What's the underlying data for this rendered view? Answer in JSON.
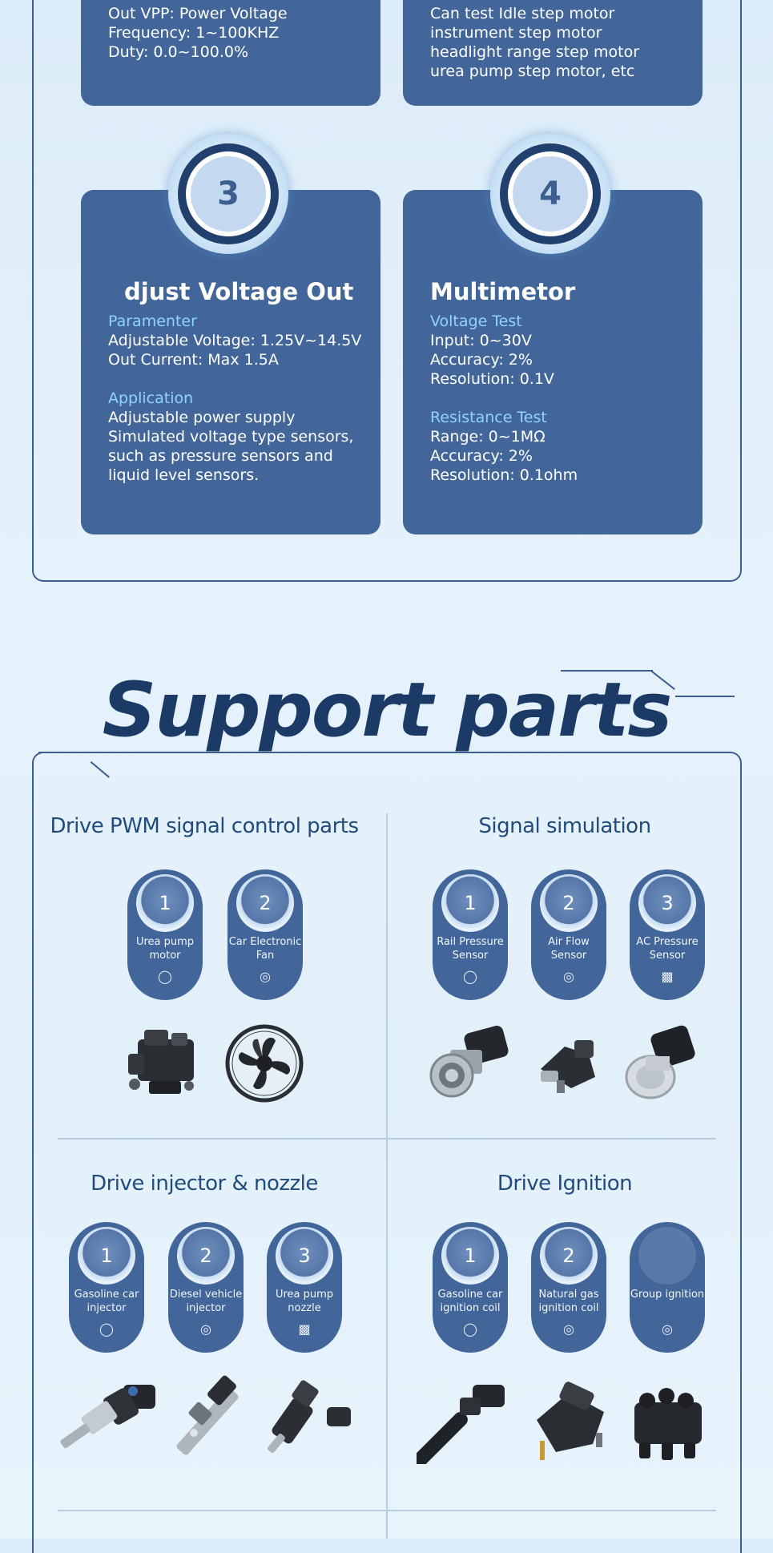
{
  "top_cards": {
    "left_upper": {
      "lines": [
        "Out VPP:  Power Voltage",
        "Frequency: 1~100KHZ",
        "Duty: 0.0~100.0%"
      ]
    },
    "right_upper": {
      "lines": [
        "Can test Idle step motor",
        "instrument step motor",
        "headlight range step motor",
        "urea pump step motor, etc"
      ]
    },
    "card3": {
      "number": "3",
      "title": "djust Voltage Out",
      "param_label": "Paramenter",
      "params": [
        "Adjustable Voltage:  1.25V~14.5V",
        "Out Current: Max 1.5A"
      ],
      "app_label": "Application",
      "apps": [
        "Adjustable power supply",
        "Simulated voltage type sensors,",
        "such as pressure sensors and",
        "liquid level sensors."
      ]
    },
    "card4": {
      "number": "4",
      "title": "Multimetor",
      "voltage_label": "Voltage Test",
      "voltage_lines": [
        "Input: 0~30V",
        "Accuracy: 2%",
        "Resolution: 0.1V"
      ],
      "resistance_label": "Resistance Test",
      "resistance_lines": [
        "Range: 0~1MΩ",
        "Accuracy: 2%",
        "Resolution: 0.1ohm"
      ]
    }
  },
  "support": {
    "title": "Support parts",
    "sections": {
      "pwm": {
        "heading": "Drive PWM signal control parts",
        "items": [
          {
            "num": "1",
            "label": "Urea pump motor",
            "icon": "bulb-icon"
          },
          {
            "num": "2",
            "label": "Car Electronic Fan",
            "icon": "target-icon"
          }
        ]
      },
      "signal": {
        "heading": "Signal simulation",
        "items": [
          {
            "num": "1",
            "label": "Rail Pressure Sensor",
            "icon": "bulb-icon"
          },
          {
            "num": "2",
            "label": "Air Flow Sensor",
            "icon": "target-icon"
          },
          {
            "num": "3",
            "label": "AC Pressure Sensor",
            "icon": "chart-icon"
          }
        ]
      },
      "injector": {
        "heading": "Drive injector & nozzle",
        "items": [
          {
            "num": "1",
            "label": "Gasoline car injector",
            "icon": "bulb-icon"
          },
          {
            "num": "2",
            "label": "Diesel vehicle injector",
            "icon": "target-icon"
          },
          {
            "num": "3",
            "label": "Urea pump nozzle",
            "icon": "chart-icon"
          }
        ]
      },
      "ignition": {
        "heading": "Drive Ignition",
        "items": [
          {
            "num": "1",
            "label": "Gasoline car ignition coil",
            "icon": "bulb-icon"
          },
          {
            "num": "2",
            "label": "Natural gas ignition coil",
            "icon": "target-icon"
          },
          {
            "num": "",
            "label": "Group ignition",
            "icon": "target-icon"
          }
        ]
      }
    }
  },
  "colors": {
    "card": "#43669a",
    "accent_text": "#8fd3ff",
    "title": "#1b3a66",
    "frame": "#3a5f8c"
  }
}
